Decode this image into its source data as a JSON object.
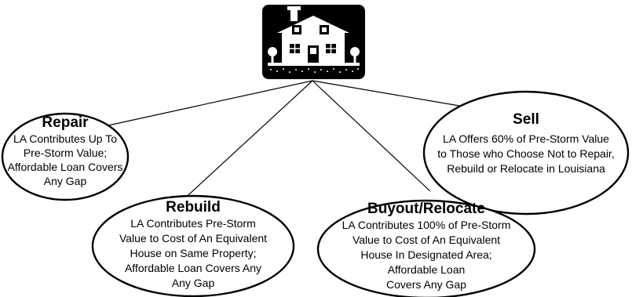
{
  "house_icon": "house-icon",
  "nodes": {
    "repair": {
      "title": "Repair",
      "lines": [
        "LA Contributes Up To",
        "Pre-Storm Value;",
        "Affordable Loan Covers",
        "Any Gap"
      ]
    },
    "sell": {
      "title": "Sell",
      "lines": [
        "LA Offers 60% of Pre-Storm Value",
        "to Those who Choose Not to Repair,",
        "Rebuild or Relocate in Louisiana"
      ]
    },
    "rebuild": {
      "title": "Rebuild",
      "lines": [
        "LA Contributes Pre-Storm",
        "Value to Cost of An Equivalent",
        "House on Same Property;",
        "Affordable Loan Covers Any",
        "Any Gap"
      ]
    },
    "buyout": {
      "title": "Buyout/Relocate",
      "lines": [
        "LA Contributes 100% of Pre-Storm",
        "Value to Cost of An Equivalent",
        "House In Designated Area;",
        "Affordable Loan",
        "Covers Any Gap"
      ]
    }
  }
}
